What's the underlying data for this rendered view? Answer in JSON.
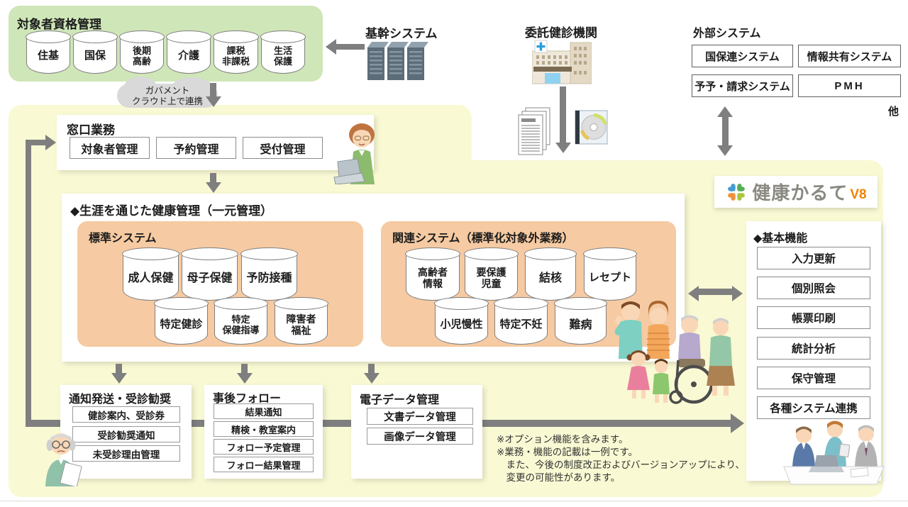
{
  "colors": {
    "background_yellow": "#f9f9d4",
    "qualification_green": "#cfe6b8",
    "system_box_orange": "#f6caa2",
    "arrow_gray": "#7f7f7f",
    "logo_text_gray": "#8a8981",
    "logo_accent_orange": "#f08300"
  },
  "qualification": {
    "title": "対象者資格管理",
    "databases": [
      "住基",
      "国保",
      "後期\n高齢",
      "介護",
      "課税\n非課税",
      "生活\n保護"
    ]
  },
  "core_system": {
    "label": "基幹システム"
  },
  "cloud": {
    "line1": "ガバメント",
    "line2": "クラウド上で連携"
  },
  "exam_org": {
    "label": "委託健診機関"
  },
  "external": {
    "title": "外部システム",
    "items": [
      "国保連システム",
      "情報共有システム",
      "予予・請求システム",
      "PMH"
    ],
    "more": "他"
  },
  "logo": {
    "name": "健康かるて",
    "version": "V8"
  },
  "window": {
    "title": "窓口業務",
    "buttons": [
      "対象者管理",
      "予約管理",
      "受付管理"
    ]
  },
  "lifetime": {
    "title": "◆生涯を通じた健康管理（一元管理）",
    "standard": {
      "title": "標準システム",
      "row1": [
        "成人保健",
        "母子保健",
        "予防接種"
      ],
      "row2": [
        "特定健診",
        "特定\n保健指導",
        "障害者\n福祉"
      ]
    },
    "related": {
      "title": "関連システム（標準化対象外業務）",
      "row1": [
        "高齢者\n情報",
        "要保護\n児童",
        "結核",
        "レセプト"
      ],
      "row2": [
        "小児慢性",
        "特定不妊",
        "難病"
      ]
    }
  },
  "notification": {
    "title": "通知発送・受診勧奨",
    "items": [
      "健診案内、受診券",
      "受診勧奨通知",
      "未受診理由管理"
    ]
  },
  "followup": {
    "title": "事後フォロー",
    "items": [
      "結果通知",
      "精検・教室案内",
      "フォロー予定管理",
      "フォロー結果管理"
    ]
  },
  "edata": {
    "title": "電子データ管理",
    "items": [
      "文書データ管理",
      "画像データ管理"
    ]
  },
  "basic": {
    "title": "◆基本機能",
    "buttons": [
      "入力更新",
      "個別照会",
      "帳票印刷",
      "統計分析",
      "保守管理",
      "各種システム連携"
    ]
  },
  "notes": {
    "lines": [
      "※オプション機能を含みます。",
      "※業務・機能の記載は一例です。",
      "　また、今後の制度改正およびバージョンアップにより、",
      "　変更の可能性があります。"
    ]
  }
}
